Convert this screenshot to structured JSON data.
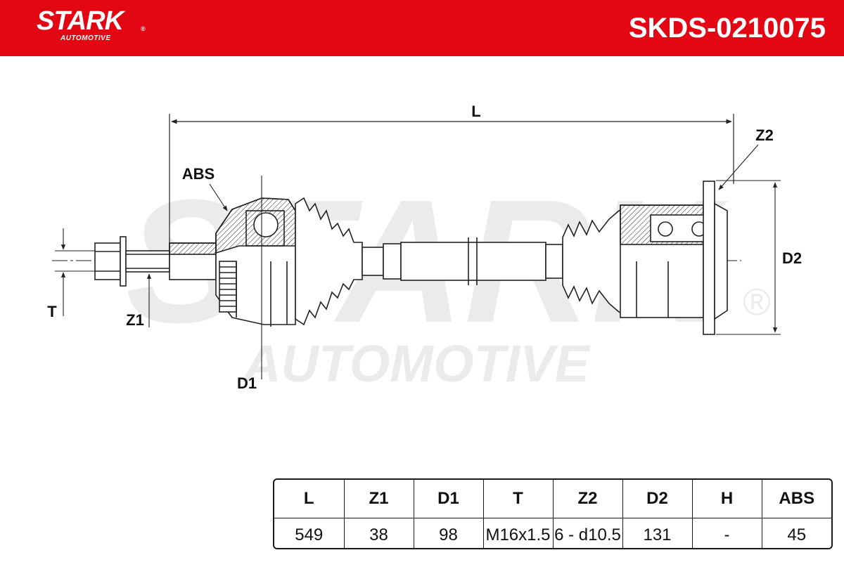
{
  "brand": {
    "name": "STARK",
    "tagline": "AUTOMOTIVE",
    "registered": "®",
    "color": "#e30613"
  },
  "product_code": "SKDS-0210075",
  "watermark": {
    "name": "STARK",
    "tagline": "AUTOMOTIVE",
    "registered": "®"
  },
  "diagram_labels": {
    "length": "L",
    "abs": "ABS",
    "z2": "Z2",
    "d2": "D2",
    "t": "T",
    "z1": "Z1",
    "d1": "D1"
  },
  "specs": {
    "headers": [
      "L",
      "Z1",
      "D1",
      "T",
      "Z2",
      "D2",
      "H",
      "ABS"
    ],
    "values": [
      "549",
      "38",
      "98",
      "M16x1.5",
      "6 - d10.5",
      "131",
      "-",
      "45"
    ]
  }
}
